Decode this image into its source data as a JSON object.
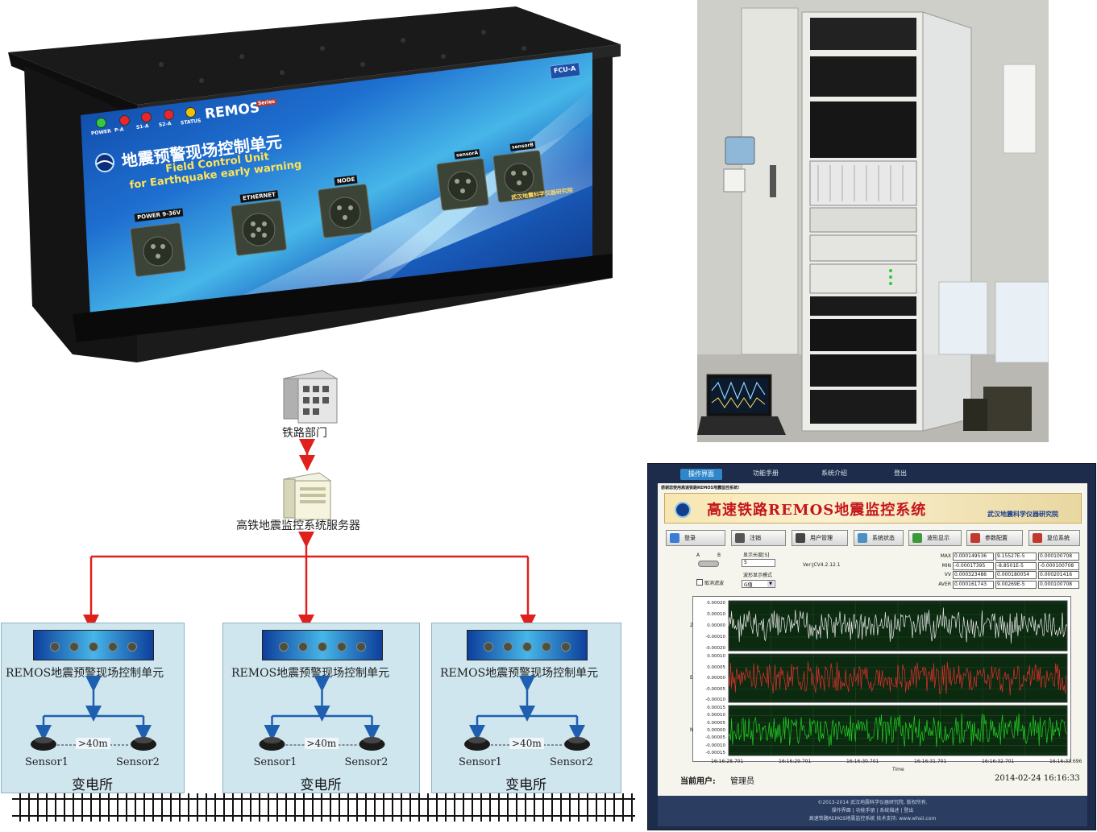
{
  "device": {
    "leds": [
      {
        "label": "POWER",
        "color": "#2ecc40"
      },
      {
        "label": "P-A",
        "color": "#e8262b"
      },
      {
        "label": "S1-A",
        "color": "#e8262b"
      },
      {
        "label": "S2-A",
        "color": "#e8262b"
      },
      {
        "label": "STATUS",
        "color": "#f2c200"
      }
    ],
    "brand": "REMOS",
    "series": "Series",
    "model": "FCU-A",
    "title_cn": "地震预警现场控制单元",
    "title_en_1": "Field Control Unit",
    "title_en_2": "for Earthquake early warning",
    "port_power": "POWER 9-36V",
    "port_ethernet": "ETHERNET",
    "port_node": "NODE",
    "port_sensor_a": "sensorA",
    "port_sensor_b": "sensorB",
    "maker": "武汉地震科学仪器研究院"
  },
  "diagram": {
    "top_node": "铁路部门",
    "server_node": "高铁地震监控系统服务器",
    "stations": [
      {
        "title": "REMOS地震预警现场控制单元",
        "sensor1": "Sensor1",
        "sensor2": "Sensor2",
        "distance": ">40m",
        "name": "变电所"
      },
      {
        "title": "REMOS地震预警现场控制单元",
        "sensor1": "Sensor1",
        "sensor2": "Sensor2",
        "distance": ">40m",
        "name": "变电所"
      },
      {
        "title": "REMOS地震预警现场控制单元",
        "sensor1": "Sensor1",
        "sensor2": "Sensor2",
        "distance": ">40m",
        "name": "变电所"
      }
    ]
  },
  "app": {
    "nav": [
      "操作界面",
      "功能手册",
      "系统介绍",
      "登出"
    ],
    "welcome": "感谢您使用高速铁路REMOS地震监控系统!",
    "banner_title": "高速铁路REMOS地震监控系统",
    "banner_org": "武汉地震科学仪器研究院",
    "toolbar": [
      "登录",
      "注销",
      "用户管理",
      "系统状态",
      "波形显示",
      "参数配置",
      "复位系统"
    ],
    "toolbar_colors": [
      "#3a7bd5",
      "#555555",
      "#444444",
      "#4a90c2",
      "#3a9a3a",
      "#c0392b",
      "#c0392b"
    ],
    "ab_a": "A",
    "ab_b": "B",
    "display_length_label": "显示长度[S]",
    "display_length_value": "5",
    "wave_mode_label": "波形显示模式",
    "wave_mode_value": "G值",
    "filter_label": "取消滤波",
    "version": "Ver:JCV4.2.12.1",
    "stats": {
      "rows": [
        "MAX",
        "MIN",
        "VV",
        "AVER"
      ],
      "values": [
        [
          "0.000149536",
          "9.15527E-5",
          "0.000100708"
        ],
        [
          "-0.0001T395",
          "-8.8501E-5",
          "-0.000100708"
        ],
        [
          "0.000323486",
          "0.000180054",
          "0.000201416"
        ],
        [
          "0.000161743",
          "9.00269E-5",
          "0.000100708"
        ]
      ]
    },
    "channels": [
      {
        "axis": "Z",
        "color": "#e8e8e8",
        "ticks": [
          "0.00020",
          "0.00010",
          "0.00000",
          "-0.00010",
          "-0.00020"
        ]
      },
      {
        "axis": "E",
        "color": "#e03030",
        "ticks": [
          "0.00010",
          "0.00005",
          "0.00000",
          "-0.00005",
          "-0.00010"
        ]
      },
      {
        "axis": "N",
        "color": "#22d022",
        "ticks": [
          "0.00015",
          "0.00010",
          "0.00005",
          "0.00000",
          "-0.00005",
          "-0.00010",
          "-0.00015"
        ]
      }
    ],
    "x_ticks": [
      "16:16:28.701",
      "16:16:29.701",
      "16:16:30.701",
      "16:16:31.701",
      "16:16:32.701",
      "16:16:33.696"
    ],
    "x_label": "Time",
    "current_user_label": "当前用户:",
    "current_user": "管理员",
    "datetime": "2014-02-24  16:16:33",
    "footer_1": "©2013-2014 武汉地震科学仪器研究院, 版权所有.",
    "footer_2": "操作界面 | 功能手册 | 系统描述 | 登出",
    "footer_3": "高速铁路REMOS地震监控系统  技术支持: www.whsii.com"
  }
}
